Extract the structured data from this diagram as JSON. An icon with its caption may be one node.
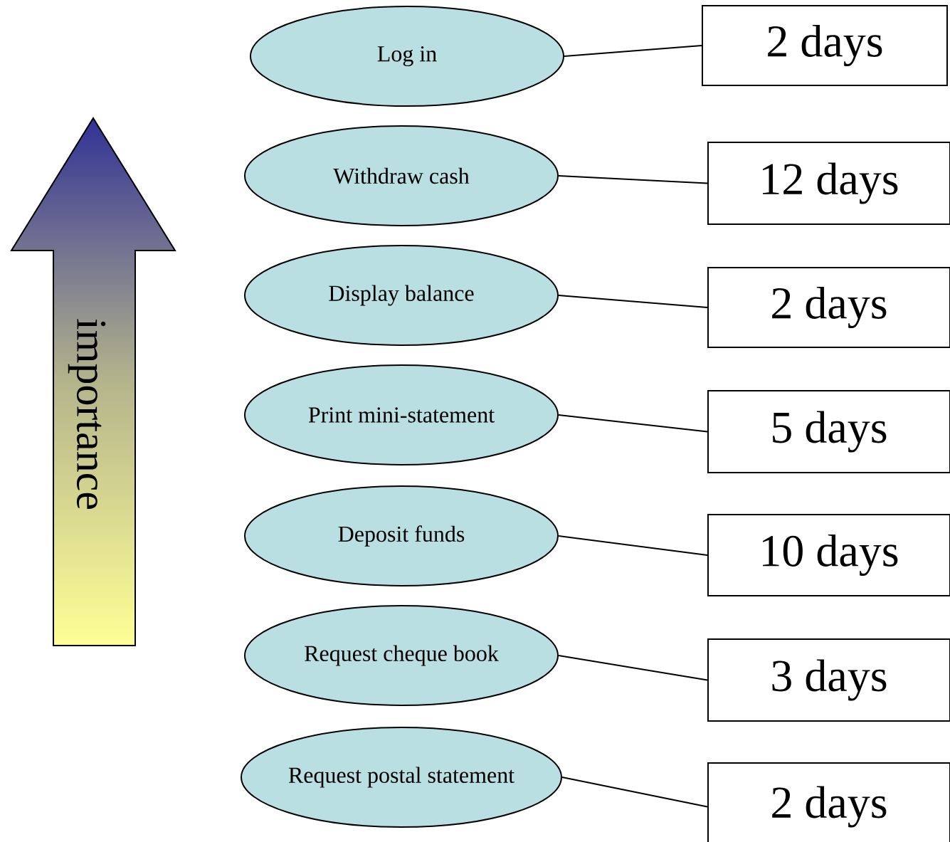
{
  "diagram": {
    "nodes": [
      {
        "text": [
          "Log in"
        ]
      },
      {
        "text": [
          "Withdraw cash"
        ]
      },
      {
        "text": [
          "Display balance"
        ]
      },
      {
        "text": [
          "Print mini-statement"
        ]
      },
      {
        "text": [
          "Deposit funds"
        ]
      },
      {
        "text": [
          "Request cheque book"
        ]
      },
      {
        "text": [
          "Request postal statement"
        ]
      },
      {
        "text": [
          "2 days"
        ]
      },
      {
        "text": [
          "12 days"
        ]
      },
      {
        "text": [
          "2 days"
        ]
      },
      {
        "text": [
          "5 days"
        ]
      },
      {
        "text": [
          "10 days"
        ]
      },
      {
        "text": [
          "3 days"
        ]
      },
      {
        "text": [
          "2 days"
        ]
      }
    ],
    "edges": [
      {
        "from": 0,
        "to": 7,
        "arrow": "none"
      },
      {
        "from": 1,
        "to": 8,
        "arrow": "none"
      },
      {
        "from": 2,
        "to": 9,
        "arrow": "none"
      },
      {
        "from": 3,
        "to": 10,
        "arrow": "none"
      },
      {
        "from": 4,
        "to": 11,
        "arrow": "none"
      },
      {
        "from": 5,
        "to": 12,
        "arrow": "none"
      },
      {
        "from": 6,
        "to": 13,
        "arrow": "none"
      }
    ],
    "labels": [
      "importance"
    ]
  }
}
